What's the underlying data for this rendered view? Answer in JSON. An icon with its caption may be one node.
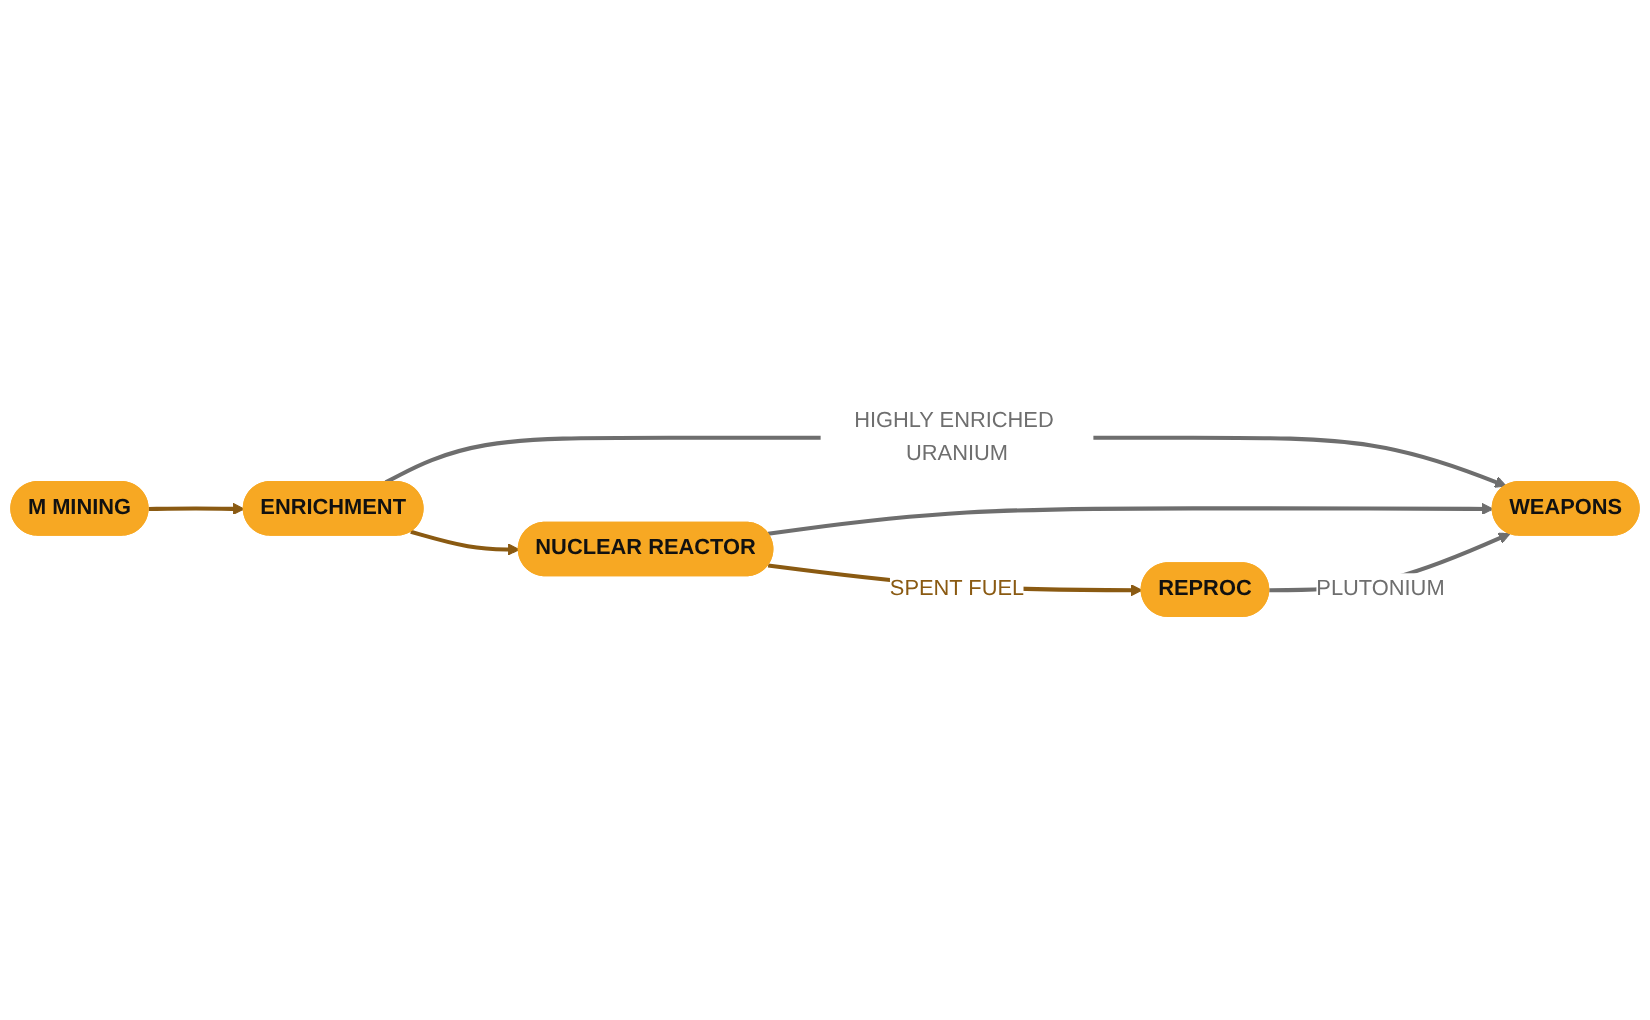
{
  "diagram": {
    "nodes": [
      {
        "text": [
          "M MINING"
        ]
      },
      {
        "text": [
          "ENRICHMENT"
        ]
      },
      {
        "text": [
          "NUCLEAR  REACTOR"
        ]
      },
      {
        "text": [
          "REPROC"
        ]
      },
      {
        "text": [
          "WEAPONS"
        ]
      }
    ],
    "edges": [
      {
        "from": 0,
        "to": 1,
        "arrow": "to"
      },
      {
        "from": 1,
        "to": 2,
        "arrow": "to"
      },
      {
        "from": 2,
        "to": 3,
        "arrow": "to",
        "label": "SPENT FUEL"
      },
      {
        "from": 1,
        "to": 4,
        "arrow": "to",
        "label": "HIGHLY ENRICHED URANIUM",
        "color": "#6e6e6e"
      },
      {
        "from": 2,
        "to": 4,
        "arrow": "to",
        "color": "#6e6e6e"
      },
      {
        "from": 3,
        "to": 4,
        "arrow": "to",
        "label": "PLUTONIUM",
        "color": "#6e6e6e"
      }
    ]
  }
}
